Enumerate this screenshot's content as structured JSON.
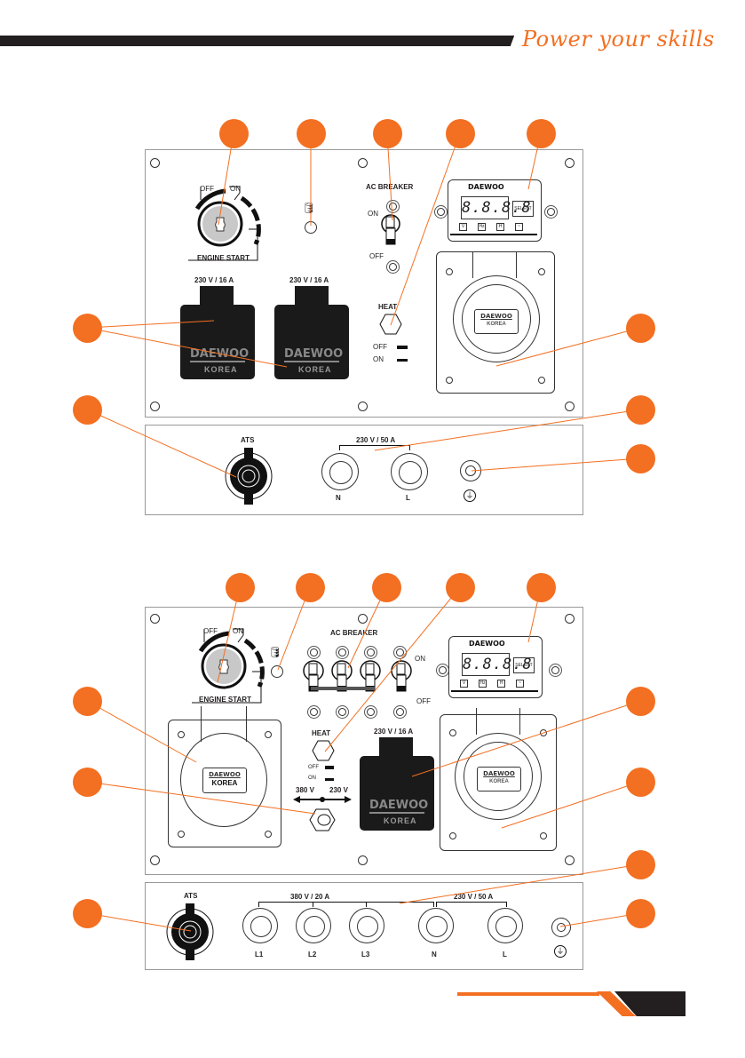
{
  "header": {
    "slogan": "Power your skills",
    "brand_color": "#f36f21",
    "bar_color": "#231f20"
  },
  "diagram_1": {
    "engine_start": {
      "off": "OFF",
      "on": "ON",
      "label": "ENGINE START"
    },
    "oil_icon": "oil-can-icon",
    "ac_breaker": {
      "title": "AC BREAKER",
      "on": "ON",
      "off": "OFF"
    },
    "heat": {
      "title": "HEAT",
      "off": "OFF",
      "on": "ON"
    },
    "display": {
      "brand": "DAEWOO",
      "digits": "8.8.8.8",
      "select": "SELECT",
      "indicators": [
        "V",
        "Hz",
        "H",
        "~"
      ]
    },
    "sockets": [
      {
        "rating": "230 V / 16 A",
        "brand": "DAEWOO",
        "origin": "KOREA"
      },
      {
        "rating": "230 V / 16 A",
        "brand": "DAEWOO",
        "origin": "KOREA"
      }
    ],
    "industrial_socket": {
      "brand": "DAEWOO",
      "origin": "KOREA"
    },
    "lower_panel": {
      "ats": "ATS",
      "rating": "230 V / 50 A",
      "terminals": [
        "N",
        "L"
      ],
      "ground_icon": "ground-icon"
    }
  },
  "diagram_2": {
    "engine_start": {
      "off": "OFF",
      "on": "ON",
      "label": "ENGINE START"
    },
    "oil_icon": "oil-can-icon",
    "ac_breaker": {
      "title": "AC BREAKER",
      "on": "ON",
      "off": "OFF"
    },
    "heat": {
      "title": "HEAT",
      "off": "OFF",
      "on": "ON"
    },
    "voltage_switch": {
      "left": "380 V",
      "right": "230 V"
    },
    "display": {
      "brand": "DAEWOO",
      "digits": "8.8.8.8",
      "select": "SELECT",
      "indicators": [
        "V",
        "Hz",
        "H",
        "~"
      ]
    },
    "socket": {
      "rating": "230 V / 16 A",
      "brand": "DAEWOO",
      "origin": "KOREA"
    },
    "industrial_sockets": [
      {
        "brand": "DAEWOO",
        "origin": "KOREA"
      },
      {
        "brand": "DAEWOO",
        "origin": "KOREA"
      }
    ],
    "lower_panel": {
      "ats": "ATS",
      "rating_3ph": "380 V / 20 A",
      "rating_1ph": "230 V / 50 A",
      "terminals": [
        "L1",
        "L2",
        "L3",
        "N",
        "L"
      ],
      "ground_icon": "ground-icon"
    }
  }
}
